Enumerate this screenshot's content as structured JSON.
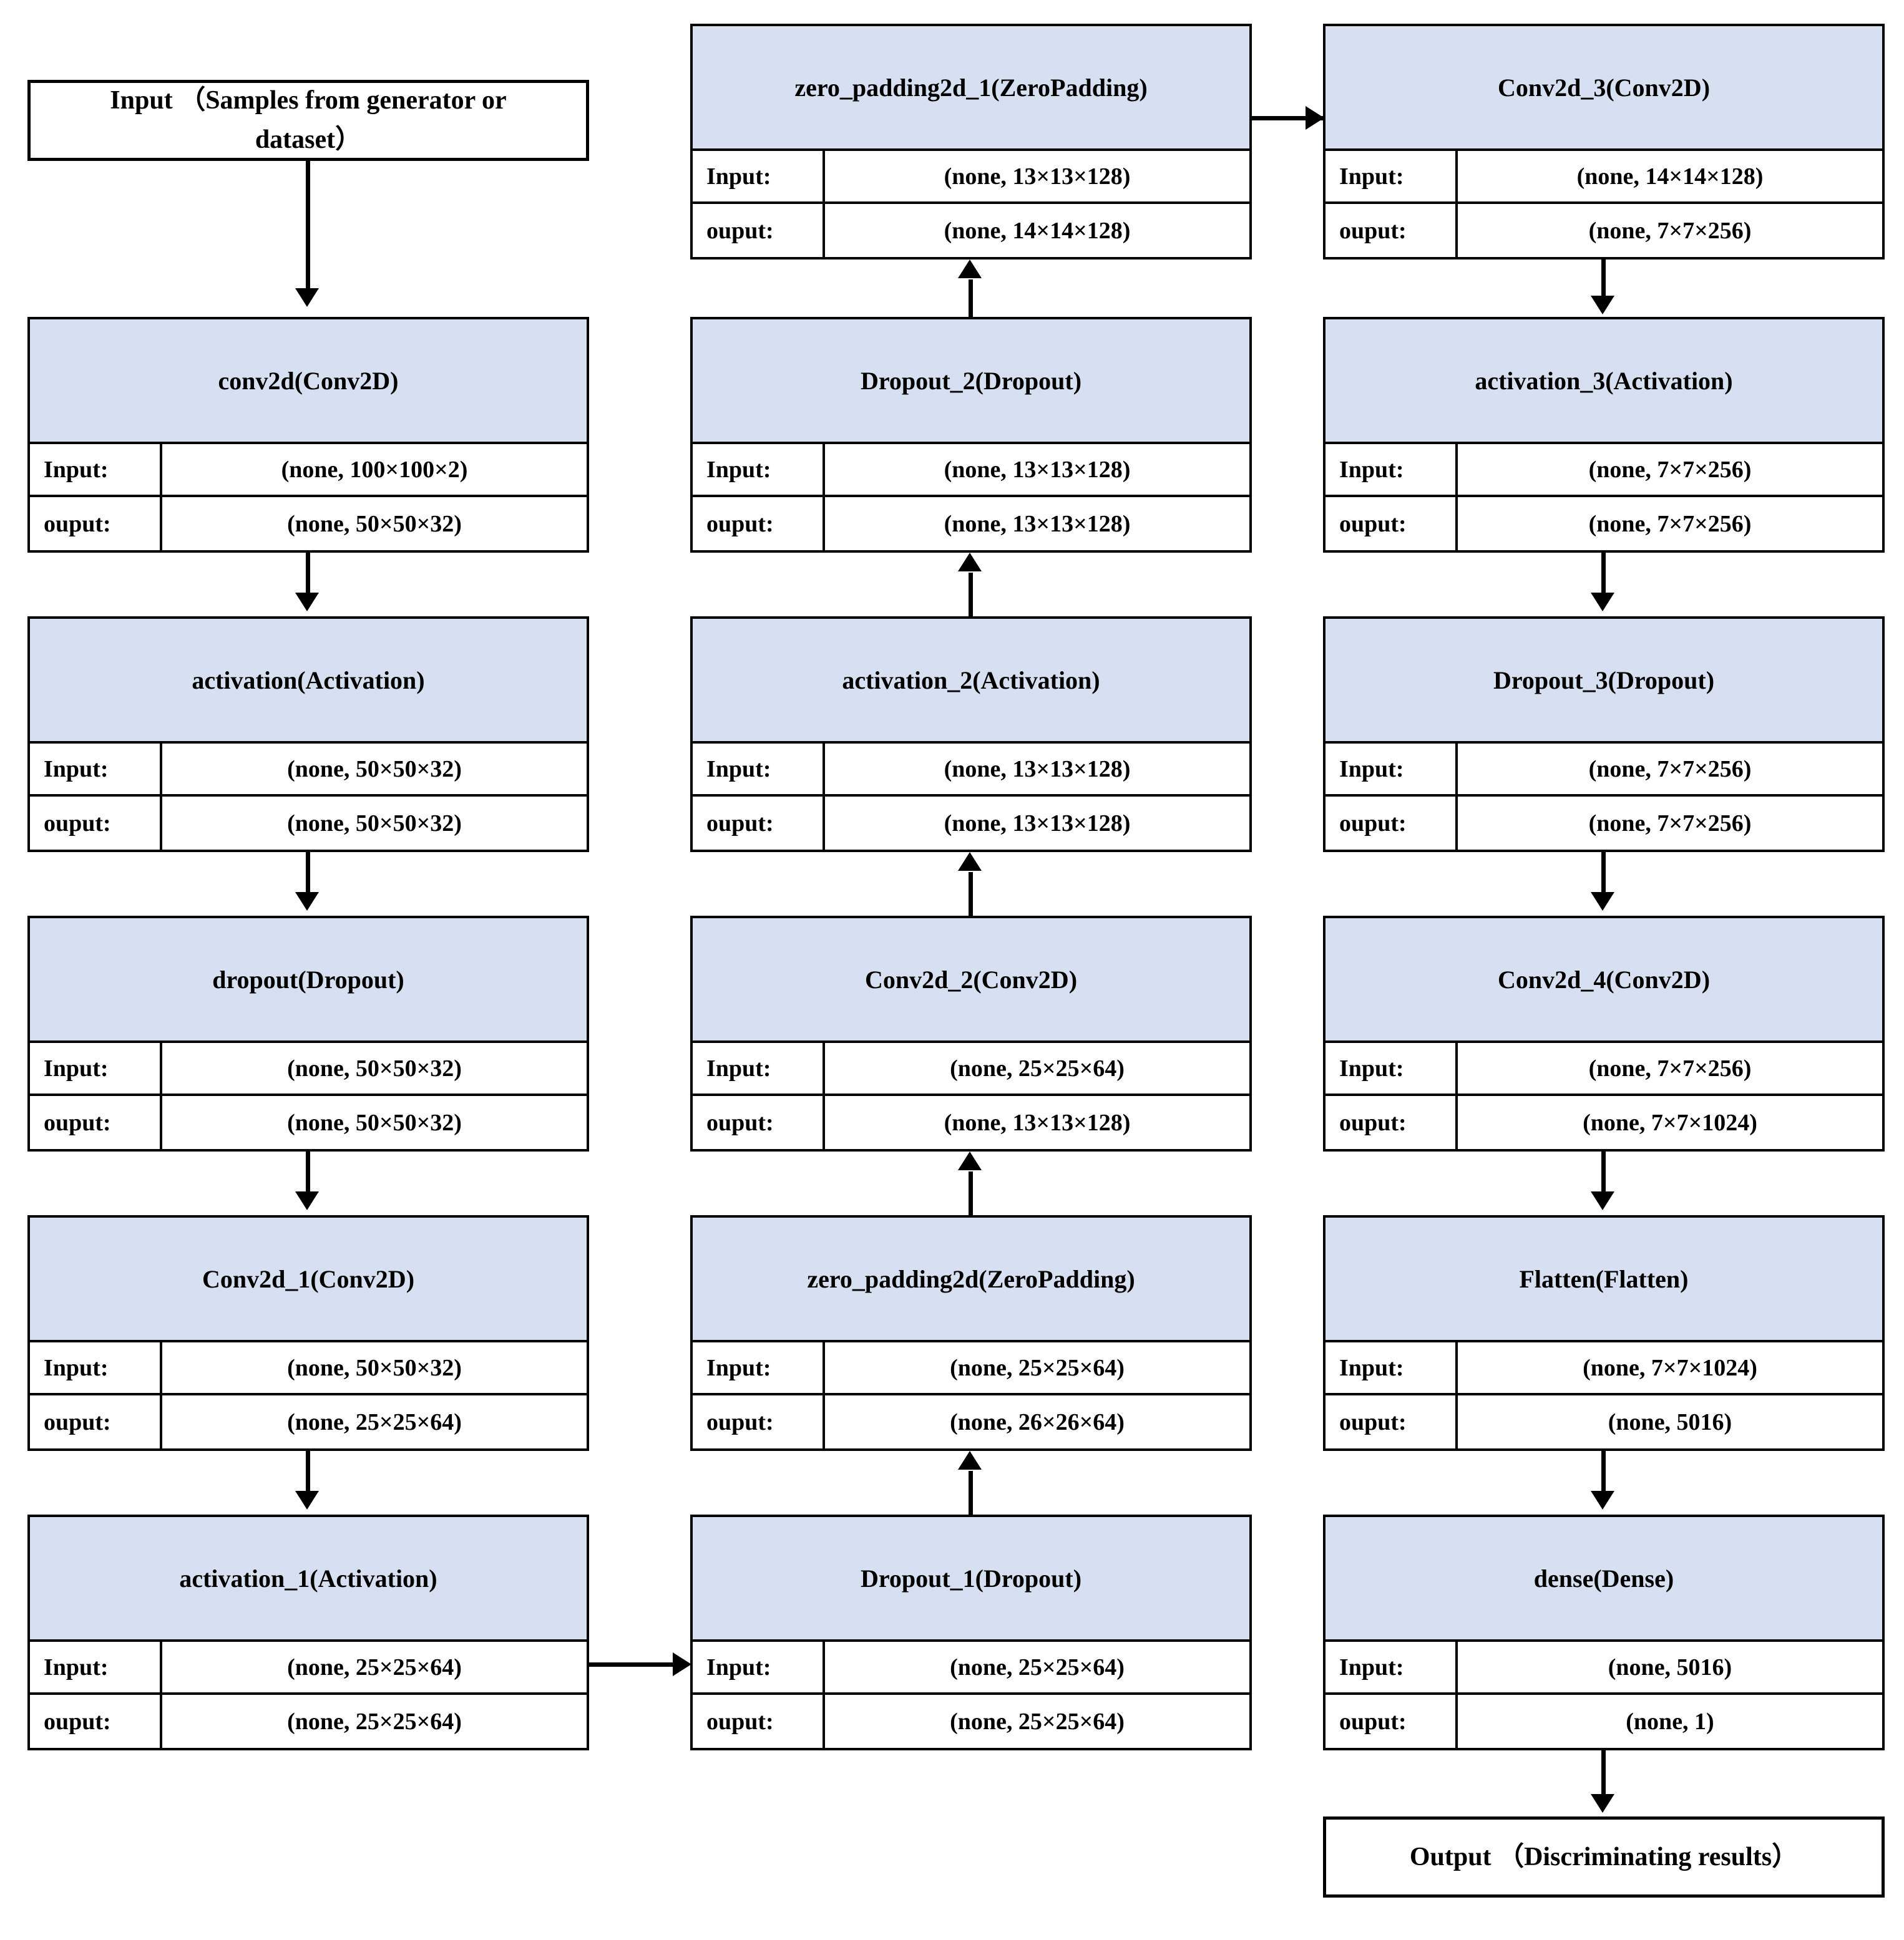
{
  "diagram": {
    "title_row_label_input": "Input:",
    "title_row_label_output": "ouput:",
    "colors": {
      "layer_header_fill": "#d6e0f0",
      "border": "#000000",
      "background": "#ffffff"
    },
    "endpoints": {
      "input_box": "Input （Samples from generator or dataset）",
      "output_box": "Output （Discriminating results）"
    },
    "nodes": [
      {
        "id": "conv2d",
        "title": "conv2d(Conv2D)",
        "input_label": "Input:",
        "input_shape": "(none, 100×100×2)",
        "output_label": "ouput:",
        "output_shape": "(none, 50×50×32)"
      },
      {
        "id": "activation",
        "title": "activation(Activation)",
        "input_label": "Input:",
        "input_shape": "(none, 50×50×32)",
        "output_label": "ouput:",
        "output_shape": "(none, 50×50×32)"
      },
      {
        "id": "dropout",
        "title": "dropout(Dropout)",
        "input_label": "Input:",
        "input_shape": "(none, 50×50×32)",
        "output_label": "ouput:",
        "output_shape": "(none, 50×50×32)"
      },
      {
        "id": "conv2d_1",
        "title": "Conv2d_1(Conv2D)",
        "input_label": "Input:",
        "input_shape": "(none, 50×50×32)",
        "output_label": "ouput:",
        "output_shape": "(none, 25×25×64)"
      },
      {
        "id": "activation_1",
        "title": "activation_1(Activation)",
        "input_label": "Input:",
        "input_shape": "(none, 25×25×64)",
        "output_label": "ouput:",
        "output_shape": "(none, 25×25×64)"
      },
      {
        "id": "dropout_1",
        "title": "Dropout_1(Dropout)",
        "input_label": "Input:",
        "input_shape": "(none, 25×25×64)",
        "output_label": "ouput:",
        "output_shape": "(none, 25×25×64)"
      },
      {
        "id": "zero_padding2d",
        "title": "zero_padding2d(ZeroPadding)",
        "input_label": "Input:",
        "input_shape": "(none, 25×25×64)",
        "output_label": "ouput:",
        "output_shape": "(none, 26×26×64)"
      },
      {
        "id": "conv2d_2",
        "title": "Conv2d_2(Conv2D)",
        "input_label": "Input:",
        "input_shape": "(none, 25×25×64)",
        "output_label": "ouput:",
        "output_shape": "(none, 13×13×128)"
      },
      {
        "id": "activation_2",
        "title": "activation_2(Activation)",
        "input_label": "Input:",
        "input_shape": "(none, 13×13×128)",
        "output_label": "ouput:",
        "output_shape": "(none, 13×13×128)"
      },
      {
        "id": "dropout_2",
        "title": "Dropout_2(Dropout)",
        "input_label": "Input:",
        "input_shape": "(none, 13×13×128)",
        "output_label": "ouput:",
        "output_shape": "(none, 13×13×128)"
      },
      {
        "id": "zero_padding2d_1",
        "title": "zero_padding2d_1(ZeroPadding)",
        "input_label": "Input:",
        "input_shape": "(none, 13×13×128)",
        "output_label": "ouput:",
        "output_shape": "(none, 14×14×128)"
      },
      {
        "id": "conv2d_3",
        "title": "Conv2d_3(Conv2D)",
        "input_label": "Input:",
        "input_shape": "(none, 14×14×128)",
        "output_label": "ouput:",
        "output_shape": "(none, 7×7×256)"
      },
      {
        "id": "activation_3",
        "title": "activation_3(Activation)",
        "input_label": "Input:",
        "input_shape": "(none, 7×7×256)",
        "output_label": "ouput:",
        "output_shape": "(none, 7×7×256)"
      },
      {
        "id": "dropout_3",
        "title": "Dropout_3(Dropout)",
        "input_label": "Input:",
        "input_shape": "(none, 7×7×256)",
        "output_label": "ouput:",
        "output_shape": "(none, 7×7×256)"
      },
      {
        "id": "conv2d_4",
        "title": "Conv2d_4(Conv2D)",
        "input_label": "Input:",
        "input_shape": "(none, 7×7×256)",
        "output_label": "ouput:",
        "output_shape": "(none, 7×7×1024)"
      },
      {
        "id": "flatten",
        "title": "Flatten(Flatten)",
        "input_label": "Input:",
        "input_shape": "(none, 7×7×1024)",
        "output_label": "ouput:",
        "output_shape": "(none, 5016)"
      },
      {
        "id": "dense",
        "title": "dense(Dense)",
        "input_label": "Input:",
        "input_shape": "(none, 5016)",
        "output_label": "ouput:",
        "output_shape": "(none, 1)"
      }
    ]
  }
}
